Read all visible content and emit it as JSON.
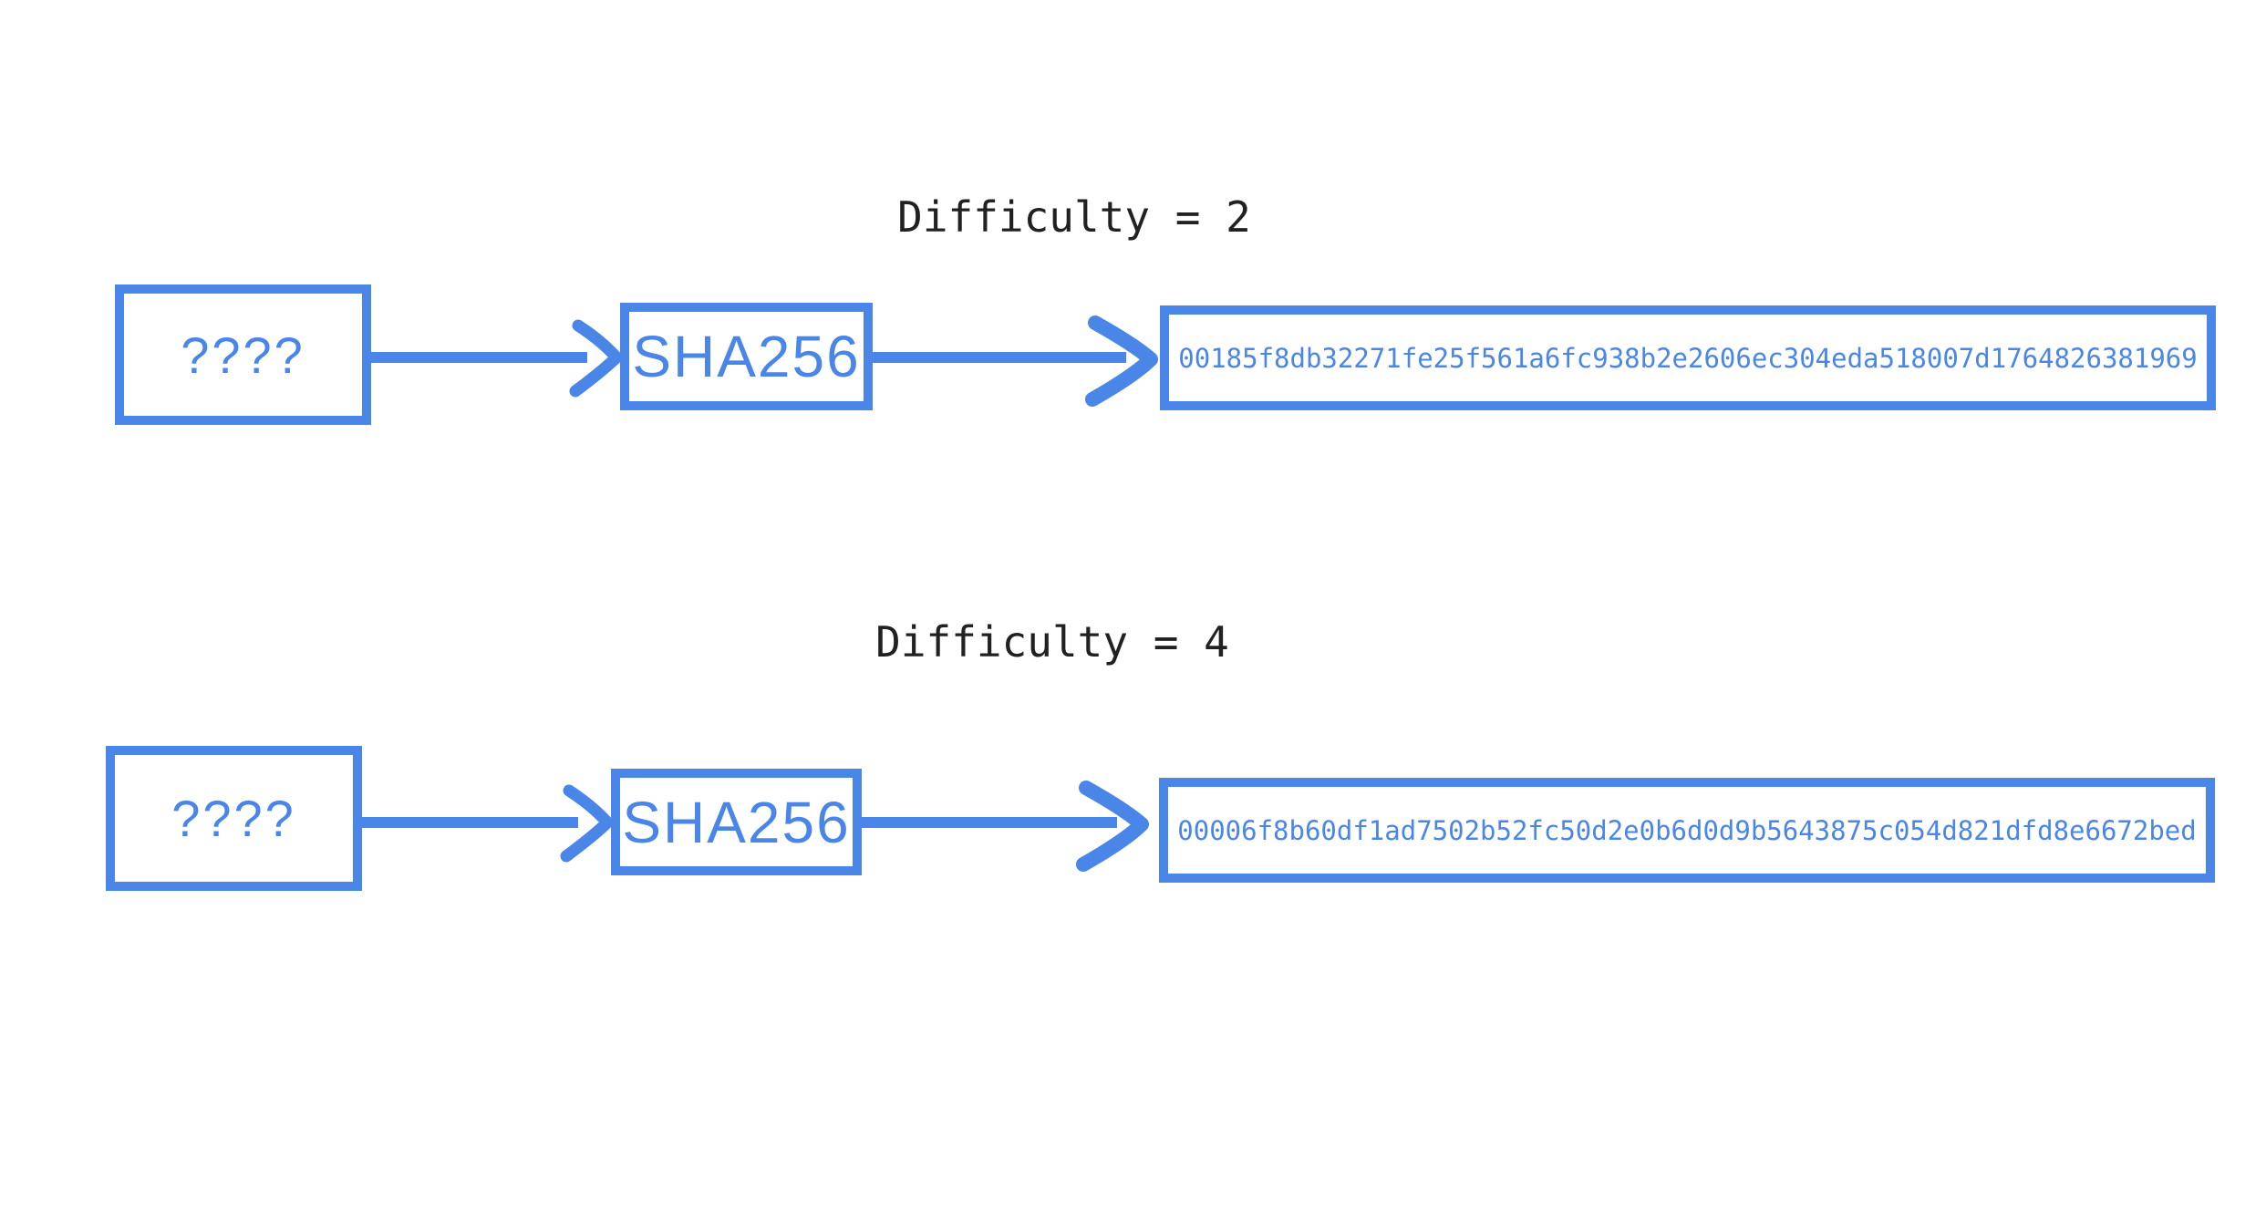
{
  "diagram": {
    "description": "SHA256 proof-of-work difficulty diagram",
    "rows": [
      {
        "title": "Difficulty = 2",
        "input_label": "????",
        "process_label": "SHA256",
        "hash_output": "00185f8db32271fe25f561a6fc938b2e2606ec304eda518007d1764826381969"
      },
      {
        "title": "Difficulty = 4",
        "input_label": "????",
        "process_label": "SHA256",
        "hash_output": "00006f8b60df1ad7502b52fc50d2e0b6d0d9b5643875c054d821dfd8e6672bed"
      }
    ],
    "icons": [
      "arrow-right-icon"
    ]
  },
  "colors": {
    "accent": "#4a86e8",
    "title_text": "#212121",
    "background": "#ffffff"
  }
}
